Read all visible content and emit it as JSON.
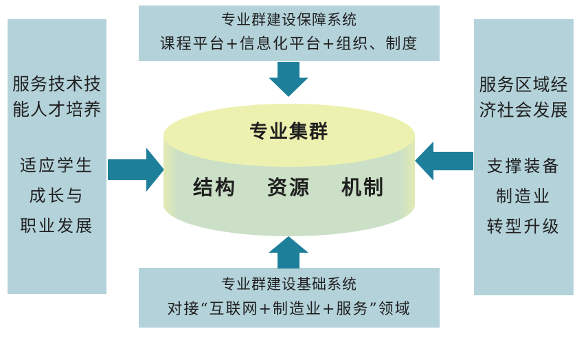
{
  "diagram": {
    "top_box": {
      "title": "专业群建设保障系统",
      "subtitle": "课程平台+信息化平台+组织、制度"
    },
    "bottom_box": {
      "title": "专业群建设基础系统",
      "subtitle": "对接“互联网+制造业+服务”领域"
    },
    "left_box": {
      "title_line1": "服务技术技",
      "title_line2": "能人才培养",
      "subtitle_line1": "适应学生",
      "subtitle_line2": "成长与",
      "subtitle_line3": "职业发展"
    },
    "right_box": {
      "title_line1": "服务区域经",
      "title_line2": "济社会发展",
      "subtitle_line1": "支撑装备",
      "subtitle_line2": "制造业",
      "subtitle_line3": "转型升级"
    },
    "cylinder": {
      "top_label": "专业集群",
      "body_words": [
        "结构",
        "资源",
        "机制"
      ]
    },
    "colors": {
      "box_fill": "#b4d2da",
      "arrow": "#1e7f9a",
      "cylinder_top": "#edf1af",
      "cylinder_body": "#cbe0c6",
      "cylinder_edge": "#e3eab4",
      "text": "#1f1f1f"
    }
  }
}
